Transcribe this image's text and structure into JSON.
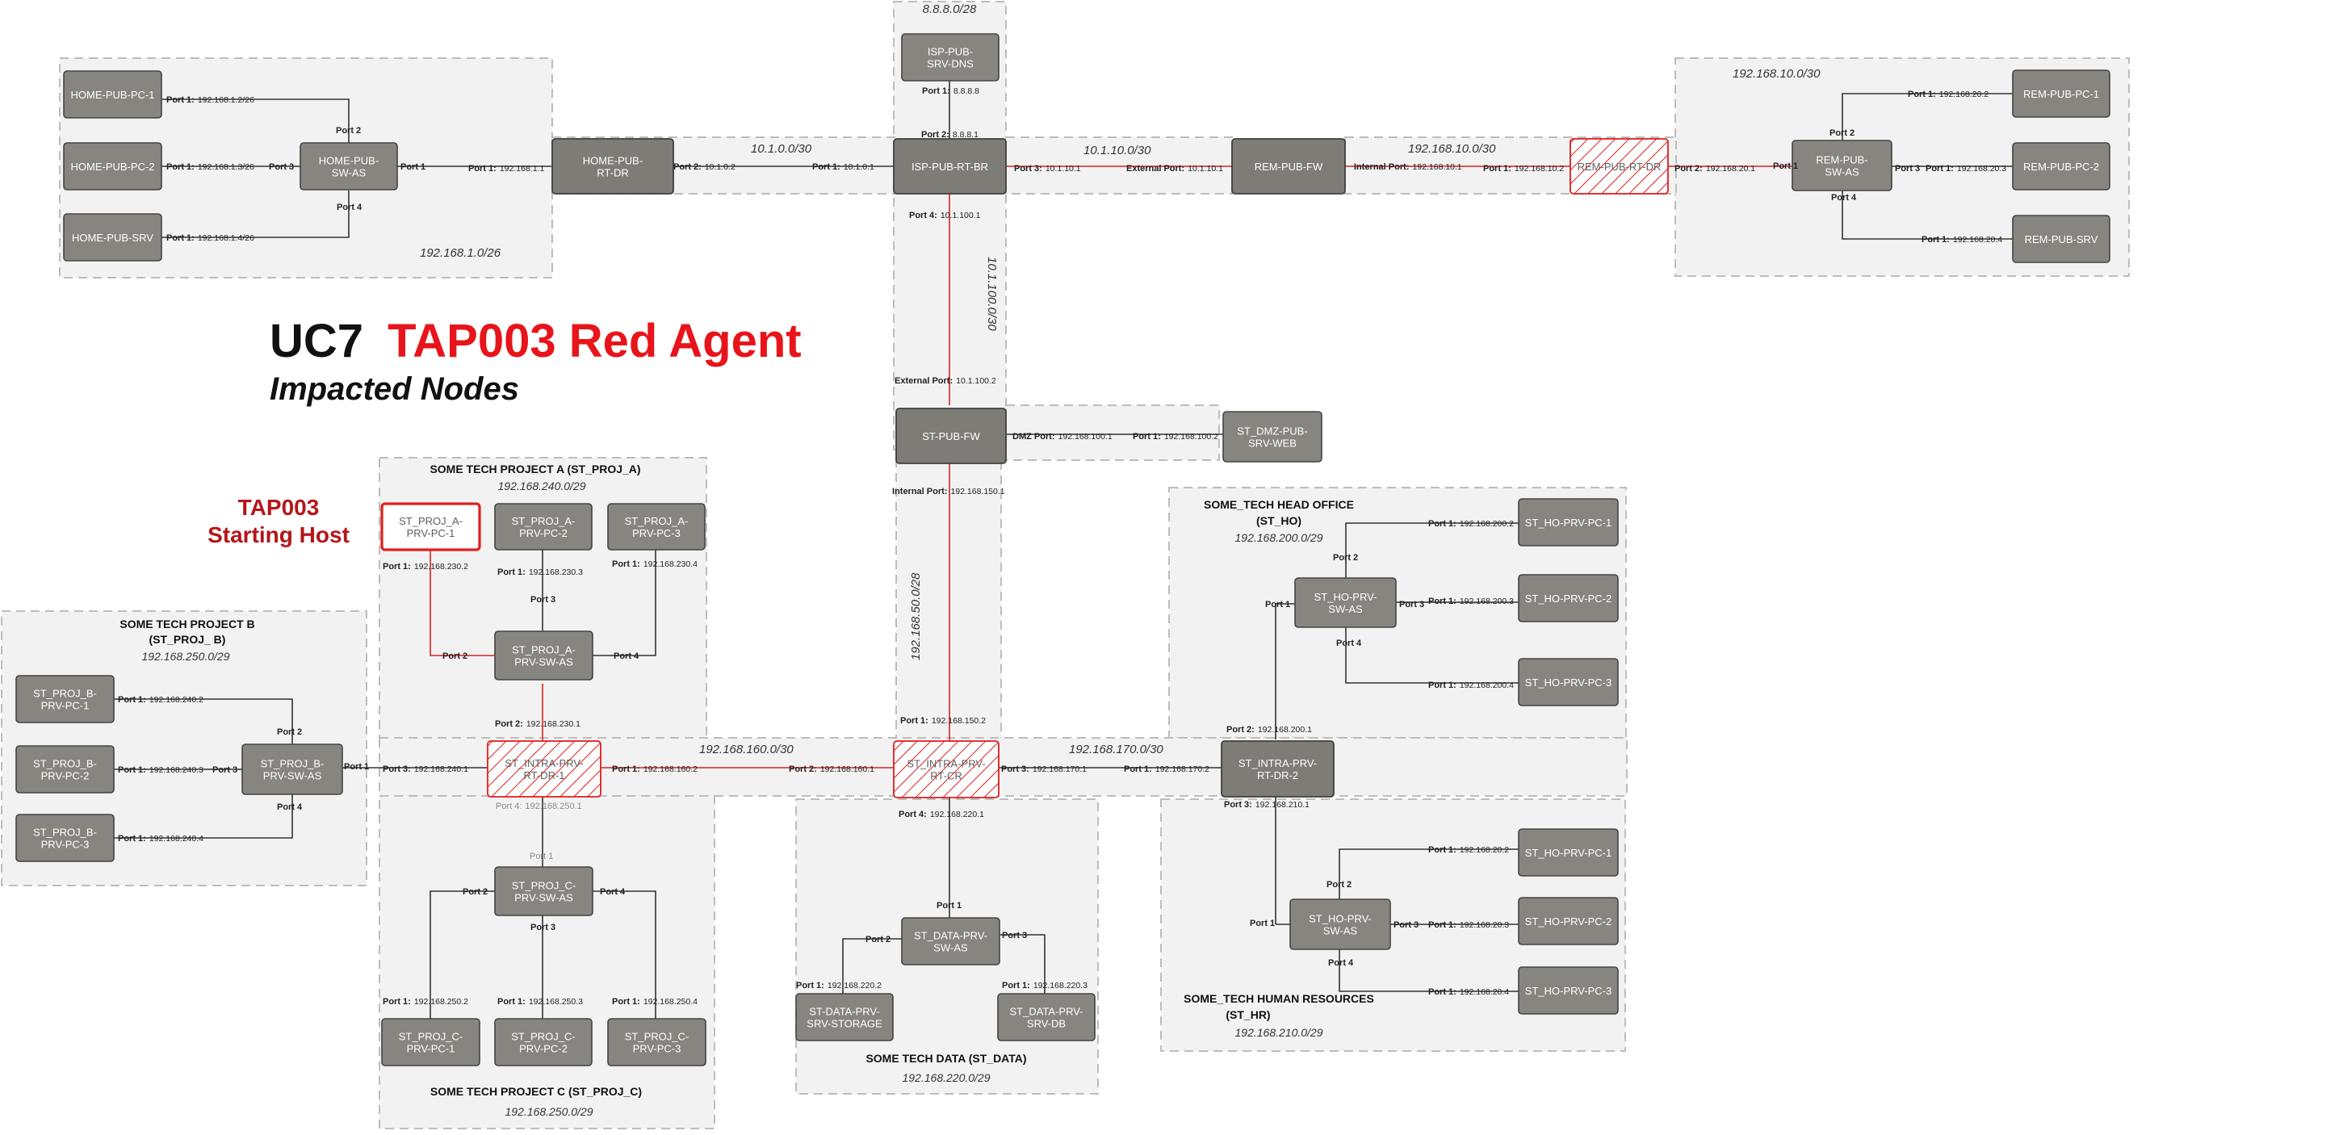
{
  "title": {
    "main": "UC7",
    "red": "TAP003 Red Agent",
    "subtitle": "Impacted Nodes"
  },
  "start_label": {
    "line1": "TAP003",
    "line2": "Starting Host"
  },
  "zones": {
    "isp_top": "8.8.8.0/28",
    "home_subnet": "192.168.1.0/26",
    "rem_subnet": "192.168.10.0/30",
    "proj_a": {
      "name": "SOME TECH PROJECT A (ST_PROJ_A)",
      "subnet": "192.168.240.0/29"
    },
    "proj_b": {
      "name1": "SOME TECH PROJECT B",
      "name2": "(ST_PROJ_ B)",
      "subnet": "192.168.250.0/29"
    },
    "proj_c": {
      "name": "SOME TECH PROJECT C (ST_PROJ_C)",
      "subnet": "192.168.250.0/29"
    },
    "data": {
      "name": "SOME TECH DATA (ST_DATA)",
      "subnet": "192.168.220.0/29"
    },
    "ho": {
      "name1": "SOME_TECH HEAD OFFICE",
      "name2": "(ST_HO)",
      "subnet": "192.168.200.0/29"
    },
    "hr": {
      "name1": "SOME_TECH HUMAN RESOURCES",
      "name2": "(ST_HR)",
      "subnet": "192.168.210.0/29"
    }
  },
  "link_subnets": {
    "home_isp": "10.1.0.0/30",
    "isp_rem": "10.1.10.0/30",
    "rem_fw_rt": "192.168.10.0/30",
    "isp_stfw": "10.1.100.0/30",
    "fw_cr": "192.168.50.0/28",
    "dr1_cr": "192.168.160.0/30",
    "cr_dr2": "192.168.170.0/30"
  },
  "nodes": {
    "isp_dns": [
      "ISP-PUB-",
      "SRV-DNS"
    ],
    "isp_rt": [
      "ISP-PUB-RT-BR"
    ],
    "home_pc1": [
      "HOME-PUB-PC-1"
    ],
    "home_pc2": [
      "HOME-PUB-PC-2"
    ],
    "home_srv": [
      "HOME-PUB-SRV"
    ],
    "home_sw": [
      "HOME-PUB-",
      "SW-AS"
    ],
    "home_rt": [
      "HOME-PUB-",
      "RT-DR"
    ],
    "rem_fw": [
      "REM-PUB-FW"
    ],
    "rem_rt": [
      "REM-PUB-RT-DR"
    ],
    "rem_sw": [
      "REM-PUB-",
      "SW-AS"
    ],
    "rem_pc1": [
      "REM-PUB-PC-1"
    ],
    "rem_pc2": [
      "REM-PUB-PC-2"
    ],
    "rem_srv": [
      "REM-PUB-SRV"
    ],
    "st_fw": [
      "ST-PUB-FW"
    ],
    "st_dmz": [
      "ST_DMZ-PUB-",
      "SRV-WEB"
    ],
    "pa_pc1": [
      "ST_PROJ_A-",
      "PRV-PC-1"
    ],
    "pa_pc2": [
      "ST_PROJ_A-",
      "PRV-PC-2"
    ],
    "pa_pc3": [
      "ST_PROJ_A-",
      "PRV-PC-3"
    ],
    "pa_sw": [
      "ST_PROJ_A-",
      "PRV-SW-AS"
    ],
    "pb_pc1": [
      "ST_PROJ_B-",
      "PRV-PC-1"
    ],
    "pb_pc2": [
      "ST_PROJ_B-",
      "PRV-PC-2"
    ],
    "pb_pc3": [
      "ST_PROJ_B-",
      "PRV-PC-3"
    ],
    "pb_sw": [
      "ST_PROJ_B-",
      "PRV-SW-AS"
    ],
    "dr1": [
      "ST_INTRA-PRV-",
      "RT-DR-1"
    ],
    "cr": [
      "ST_INTRA-PRV-",
      "RT-CR"
    ],
    "dr2": [
      "ST_INTRA-PRV-",
      "RT-DR-2"
    ],
    "pc_sw": [
      "ST_PROJ_C-",
      "PRV-SW-AS"
    ],
    "pc_pc1": [
      "ST_PROJ_C-",
      "PRV-PC-1"
    ],
    "pc_pc2": [
      "ST_PROJ_C-",
      "PRV-PC-2"
    ],
    "pc_pc3": [
      "ST_PROJ_C-",
      "PRV-PC-3"
    ],
    "data_sw": [
      "ST_DATA-PRV-",
      "SW-AS"
    ],
    "data_storage": [
      "ST-DATA-PRV-",
      "SRV-STORAGE"
    ],
    "data_db": [
      "ST_DATA-PRV-",
      "SRV-DB"
    ],
    "ho_sw": [
      "ST_HO-PRV-",
      "SW-AS"
    ],
    "ho_pc1": [
      "ST_HO-PRV-PC-1"
    ],
    "ho_pc2": [
      "ST_HO-PRV-PC-2"
    ],
    "ho_pc3": [
      "ST_HO-PRV-PC-3"
    ],
    "hr_sw": [
      "ST_HO-PRV-",
      "SW-AS"
    ],
    "hr_pc1": [
      "ST_HO-PRV-PC-1"
    ],
    "hr_pc2": [
      "ST_HO-PRV-PC-2"
    ],
    "hr_pc3": [
      "ST_HO-PRV-PC-3"
    ]
  },
  "ports": {
    "dns_p1": [
      "Port 1:",
      "8.8.8.8"
    ],
    "rt_p2": [
      "Port 2:",
      "8.8.8.1"
    ],
    "rt_p1": [
      "Port 1:",
      "10.1.0.1"
    ],
    "rt_p3": [
      "Port 3:",
      "10.1.10.1"
    ],
    "rt_p4": [
      "Port 4:",
      "10.1.100.1"
    ],
    "hrt_p2": [
      "Port 2:",
      "10.1.0.2"
    ],
    "hrt_p1": [
      "Port 1:",
      "192.168.1.1"
    ],
    "hsw_p1": [
      "Port 1",
      ""
    ],
    "hsw_p2": [
      "Port 2",
      ""
    ],
    "hsw_p3": [
      "Port 3",
      ""
    ],
    "hsw_p4": [
      "Port 4",
      ""
    ],
    "hpc1_p1": [
      "Port 1:",
      "192.168.1.2/26"
    ],
    "hpc2_p1": [
      "Port 1:",
      "192.168.1.3/26"
    ],
    "hsrv_p1": [
      "Port 1:",
      "192.168.1.4/26"
    ],
    "rfw_ext": [
      "External Port:",
      "10.1.10.1"
    ],
    "rfw_int": [
      "Internal Port:",
      "192.168.10.1"
    ],
    "rrt_p1": [
      "Port 1:",
      "192.168.10.2"
    ],
    "rrt_p2": [
      "Port 2:",
      "192.168.20.1"
    ],
    "rsw_p1": [
      "Port 1",
      ""
    ],
    "rsw_p2": [
      "Port 2",
      ""
    ],
    "rsw_p3": [
      "Port 3",
      ""
    ],
    "rsw_p4": [
      "Port 4",
      ""
    ],
    "rpc1_p1": [
      "Port 1:",
      "192.168.20.2"
    ],
    "rpc2_p1": [
      "Port 1:",
      "192.168.20.3"
    ],
    "rsrv_p1": [
      "Port 1:",
      "192.168.20.4"
    ],
    "stfw_ext": [
      "External Port:",
      "10.1.100.2"
    ],
    "stfw_dmz": [
      "DMZ Port:",
      "192.168.100.1"
    ],
    "dmz_p1": [
      "Port 1:",
      "192.168.100.2"
    ],
    "stfw_int": [
      "Internal Port:",
      "192.168.150.1"
    ],
    "cr_p1": [
      "Port 1:",
      "192.168.150.2"
    ],
    "cr_p2": [
      "Port 2:",
      "192.168.160.1"
    ],
    "cr_p3": [
      "Port 3:",
      "192.168.170.1"
    ],
    "cr_p4": [
      "Port 4:",
      "192.168.220.1"
    ],
    "dr1_p1": [
      "Port 1:",
      "192.168.160.2"
    ],
    "dr1_p2": [
      "Port 2:",
      "192.168.230.1"
    ],
    "dr1_p3": [
      "Port 3:",
      "192.168.240.1"
    ],
    "dr1_p4": [
      "Port 4:",
      "192.168.250.1"
    ],
    "dr2_p1": [
      "Port 1:",
      "192.168.170.2"
    ],
    "dr2_p2": [
      "Port 2:",
      "192.168.200.1"
    ],
    "dr2_p3": [
      "Port 3:",
      "192.168.210.1"
    ],
    "pa1_p1": [
      "Port 1:",
      "192.168.230.2"
    ],
    "pa2_p1": [
      "Port 1:",
      "192.168.230.3"
    ],
    "pa3_p1": [
      "Port 1:",
      "192.168.230.4"
    ],
    "pasw_p2": [
      "Port 2",
      ""
    ],
    "pasw_p3": [
      "Port 3",
      ""
    ],
    "pasw_p4": [
      "Port 4",
      ""
    ],
    "pb1_p1": [
      "Port 1:",
      "192.168.240.2"
    ],
    "pb2_p1": [
      "Port 1:",
      "192.168.240.3"
    ],
    "pb3_p1": [
      "Port 1:",
      "192.168.240.4"
    ],
    "pbsw_p1": [
      "Port 1",
      ""
    ],
    "pbsw_p2": [
      "Port 2",
      ""
    ],
    "pbsw_p3": [
      "Port 3",
      ""
    ],
    "pbsw_p4": [
      "Port 4",
      ""
    ],
    "pcsw_p1": [
      "Port 1",
      ""
    ],
    "pcsw_p2": [
      "Port 2",
      ""
    ],
    "pcsw_p3": [
      "Port 3",
      ""
    ],
    "pcsw_p4": [
      "Port 4",
      ""
    ],
    "pc1_p1": [
      "Port 1:",
      "192.168.250.2"
    ],
    "pc2_p1": [
      "Port 1:",
      "192.168.250.3"
    ],
    "pc3_p1": [
      "Port 1:",
      "192.168.250.4"
    ],
    "dsw_p1": [
      "Port 1",
      ""
    ],
    "dsw_p2": [
      "Port 2",
      ""
    ],
    "dsw_p3": [
      "Port 3",
      ""
    ],
    "dst_p1": [
      "Port 1:",
      "192.168.220.2"
    ],
    "ddb_p1": [
      "Port 1:",
      "192.168.220.3"
    ],
    "hosw_p1": [
      "Port 1",
      ""
    ],
    "hosw_p2": [
      "Port 2",
      ""
    ],
    "hosw_p3": [
      "Port 3",
      ""
    ],
    "hosw_p4": [
      "Port 4",
      ""
    ],
    "ho1_p1": [
      "Port 1:",
      "192.168.200.2"
    ],
    "ho2_p1": [
      "Port 1:",
      "192.168.200.3"
    ],
    "ho3_p1": [
      "Port 1:",
      "192.168.200.4"
    ],
    "hrsw_p1": [
      "Port 1",
      ""
    ],
    "hrsw_p2": [
      "Port 2",
      ""
    ],
    "hrsw_p3": [
      "Port 3",
      ""
    ],
    "hrsw_p4": [
      "Port 4",
      ""
    ],
    "hr1_p1": [
      "Port 1:",
      "192.168.20.2"
    ],
    "hr2_p1": [
      "Port 1:",
      "192.168.20.3"
    ],
    "hr3_p1": [
      "Port 1:",
      "192.168.20.4"
    ]
  },
  "colors": {
    "compromised": "#e01b1b",
    "node": "#878580",
    "zone": "#f2f2f2",
    "title_red": "#e8141b",
    "start_red": "#b3151a"
  }
}
